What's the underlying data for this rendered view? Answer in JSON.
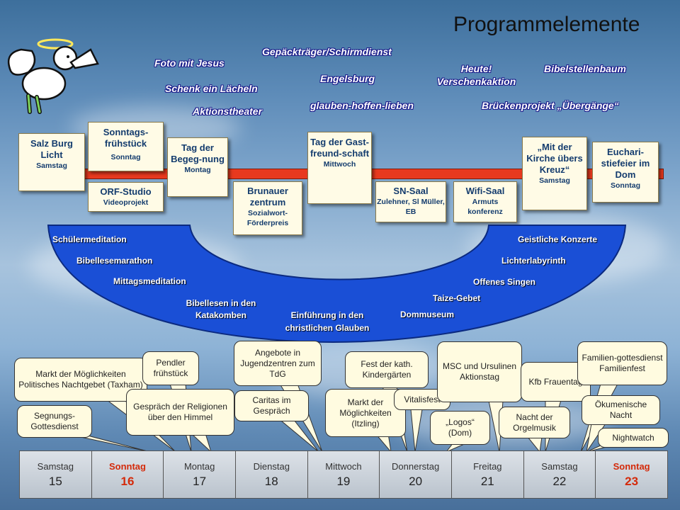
{
  "title": "Programmelemente",
  "taglines": [
    "Foto mit Jesus",
    "Gepäckträger/Schirmdienst",
    "Heute! Verschenkaktion",
    "Bibelstellenbaum",
    "Engelsburg",
    "Schenk ein Lächeln",
    "Aktionstheater",
    "glauben-hoffen-lieben",
    "Brückenprojekt „Übergänge“"
  ],
  "timeline_boxes": [
    {
      "title": "Salz Burg Licht",
      "sub": "Samstag"
    },
    {
      "title": "Sonntags-frühstück",
      "sub": "Sonntag"
    },
    {
      "title": "ORF-Studio",
      "sub": "Videoprojekt"
    },
    {
      "title": "Tag der Begeg-nung",
      "sub": "Montag"
    },
    {
      "title": "Brunauer zentrum",
      "sub": "Sozialwort-Förderpreis"
    },
    {
      "title": "Tag der Gast-freund-schaft",
      "sub": "Mittwoch"
    },
    {
      "title": "SN-Saal",
      "sub": "Zulehner, Sl Müller, EB"
    },
    {
      "title": "Wifi-Saal",
      "sub": "Armuts konferenz"
    },
    {
      "title": "„Mit der Kirche übers Kreuz“",
      "sub": "Samstag"
    },
    {
      "title": "Euchari-stiefeier im Dom",
      "sub": "Sonntag"
    }
  ],
  "arc_items": [
    "Schülermeditation",
    "Bibellesemarathon",
    "Mittagsmeditation",
    "Bibellesen in den Katakomben",
    "Einführung in den christlichen Glauben",
    "Dommuseum",
    "Taize-Gebet",
    "Offenes Singen",
    "Lichterlabyrinth",
    "Geistliche Konzerte"
  ],
  "bubbles": [
    "Markt der Möglichkeiten Politisches Nachtgebet (Taxham)",
    "Segnungs-Gottesdienst",
    "Pendler frühstück",
    "Gespräch der Religionen über den Himmel",
    "Angebote in Jugendzentren zum TdG",
    "Caritas im Gespräch",
    "Fest der kath. Kindergärten",
    "Markt der Möglichkeiten (Itzling)",
    "Vitalisfest",
    "MSC und Ursulinen Aktionstag",
    "„Logos“ (Dom)",
    "Kfb Frauentag",
    "Nacht der Orgelmusik",
    "Familien-gottesdienst Familienfest",
    "Ökumenische Nacht",
    "Nightwatch"
  ],
  "days": [
    {
      "name": "Samstag",
      "num": "15",
      "sunday": false
    },
    {
      "name": "Sonntag",
      "num": "16",
      "sunday": true
    },
    {
      "name": "Montag",
      "num": "17",
      "sunday": false
    },
    {
      "name": "Dienstag",
      "num": "18",
      "sunday": false
    },
    {
      "name": "Mittwoch",
      "num": "19",
      "sunday": false
    },
    {
      "name": "Donnerstag",
      "num": "20",
      "sunday": false
    },
    {
      "name": "Freitag",
      "num": "21",
      "sunday": false
    },
    {
      "name": "Samstag",
      "num": "22",
      "sunday": false
    },
    {
      "name": "Sonntag",
      "num": "23",
      "sunday": true
    }
  ],
  "colors": {
    "timeline": "#e8391e",
    "arc": "#1a4fd6",
    "sunday": "#d42a0a",
    "tag_outline": "#1a1a8a"
  }
}
